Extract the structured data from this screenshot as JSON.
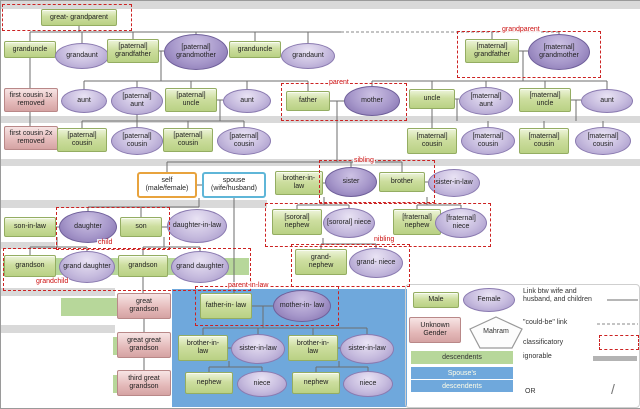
{
  "diagram": {
    "labels": {
      "great_grandparent": "great- grandparent",
      "granduncle": "granduncle",
      "grandaunt": "grandaunt",
      "paternal_grandfather": "[paternal] grandfather",
      "paternal_grandmother": "[paternal] grandmother",
      "maternal_grandfather": "[maternal] grandfather",
      "maternal_grandmother": "[maternal] grandmother",
      "first_cousin_1x_removed": "first cousin 1x removed",
      "first_cousin_2x_removed": "first cousin 2x removed",
      "aunt": "aunt",
      "uncle": "uncle",
      "paternal_aunt": "[paternal] aunt",
      "paternal_uncle": "[paternal] uncle",
      "maternal_aunt": "[maternal] aunt",
      "maternal_uncle": "[maternal] uncle",
      "paternal_cousin": "[paternal] cousin",
      "maternal_cousin": "[maternal] cousin",
      "father": "father",
      "mother": "mother",
      "self": "self (male/female)",
      "spouse": "spouse (wife/husband)",
      "brother_in_law": "brother-in-law",
      "sister_in_law": "sister-in-law",
      "sister": "sister",
      "brother": "brother",
      "son_in_law": "son-in-law",
      "daughter": "daughter",
      "son": "son",
      "daughter_in_law": "daughter-in-law",
      "sororal_nephew": "[sororal] nephew",
      "sororal_niece": "[sororal] niece",
      "fraternal_nephew": "[fraternal] nephew",
      "fraternal_niece": "[fraternal] niece",
      "grandson": "grandson",
      "grand_daughter": "grand daughter",
      "grand_nephew": "grand- nephew",
      "grand_niece": "grand- niece",
      "great_grandson": "great grandson",
      "great_great_grandson": "great great grandson",
      "third_great_grandson": "third great grandson",
      "father_in_law": "father-in- law",
      "mother_in_law": "mother-in- law",
      "nephew": "nephew",
      "niece": "niece"
    },
    "group_labels": {
      "grandparent": "grandparent",
      "parent": "parent",
      "sibling": "sibling",
      "child": "child",
      "nibling": "nibling",
      "grandchild": "grandchild",
      "parent_in_law": "parent-in-law"
    },
    "legend": {
      "male": "Male",
      "female": "Female",
      "unknown": "Unknown Gender",
      "mahram": "Mahram",
      "link": "Link btw wife and husband, and children",
      "could_be": "\"could-be\" link",
      "classificatory": "classificatory",
      "descendents": "descendents",
      "ignorable": "ignorable",
      "spouse_descendents_1": "Spouse's",
      "spouse_descendents_2": "descendents",
      "or": "OR",
      "or_symbol": "/"
    },
    "colors": {
      "male": "#cdde9f",
      "female": "#a293c6",
      "unknown": "#e4b9b9",
      "descendents_band": "#b7d79a",
      "spouse_region": "#6fa8dc",
      "classificatory_red": "#cc2222",
      "ignorable_gray": "#d9d9d9"
    }
  }
}
